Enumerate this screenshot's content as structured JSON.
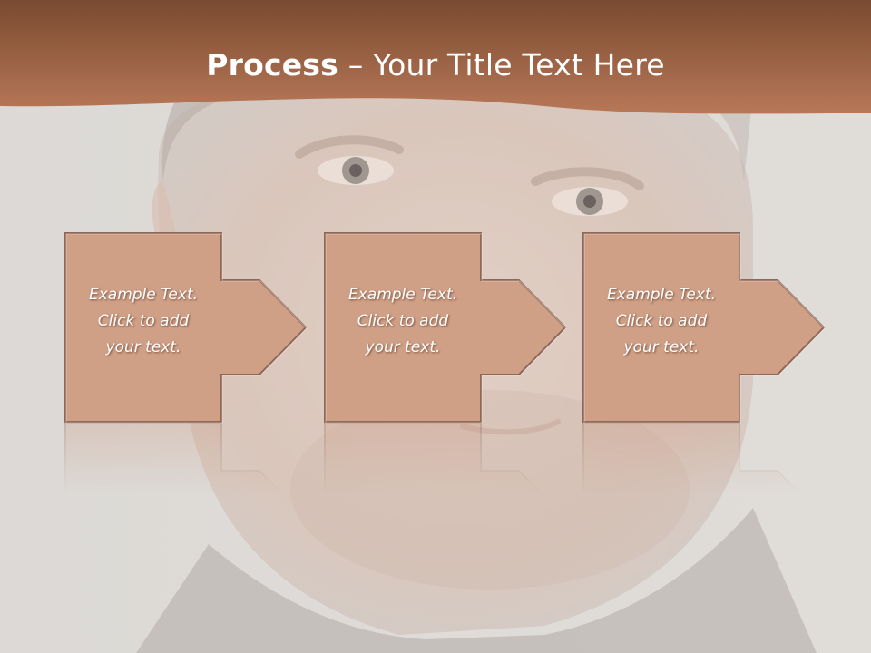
{
  "title": {
    "bold": "Process",
    "dash": " – ",
    "rest": "Your Title Text Here"
  },
  "steps": [
    {
      "line1": "Example Text.",
      "line2": "Click  to add",
      "line3": "your text."
    },
    {
      "line1": "Example Text.",
      "line2": "Click  to add",
      "line3": "your text."
    },
    {
      "line1": "Example Text.",
      "line2": "Click  to add",
      "line3": "your text."
    }
  ],
  "colors": {
    "banner_dark": "#7a4a30",
    "banner_light": "#b87858",
    "box_fill": "#cf9f86",
    "box_stroke": "#8f6756",
    "background": "#dedbd7"
  },
  "icons": [
    "arrow-right-icon"
  ]
}
